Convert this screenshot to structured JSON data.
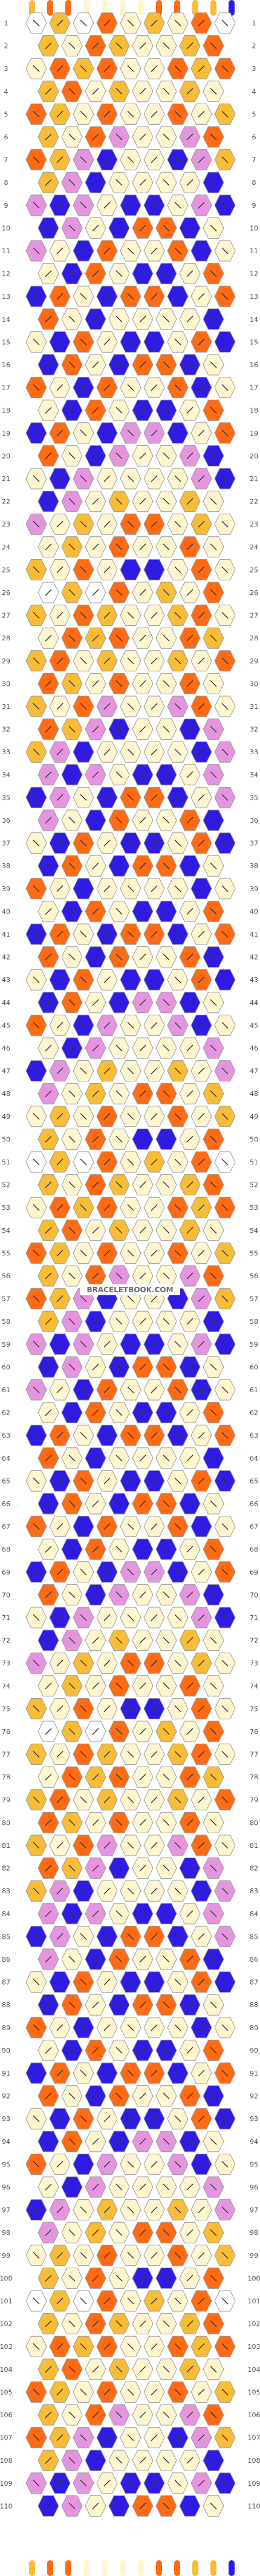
{
  "watermark": "BRACELETBOOK.COM",
  "row_count": 110,
  "colors": {
    "white": "#ffffff",
    "cream": "#fff6cf",
    "yellow": "#f8bc36",
    "orange": "#ff6a12",
    "pink": "#e595df",
    "blue": "#2f1be5"
  },
  "pattern_rows": {
    "comment_ignore": "",
    "rows": [
      "WYWOCYCOWY",
      "YCOYCCYOCY",
      "COYOCCOYOC",
      "YOCYCCYCOY",
      "OYCOCCOCYO",
      "YCOPCCPOCY",
      "OYPBCCBPYO",
      "YPBCCCCBPY",
      "PBPCBBCPBP",
      "BPCBOOBCPB",
      "PCBOCCOBCP",
      "CBOCBBCOBC",
      "BOCBOOBCOB",
      "OCBCCCCBCO",
      "CBOCBBCOBC",
      "BOCBOOBCOB",
      "OCBOCCOBCO",
      "CBOCBBCOBC",
      "BOCBPPBCOB",
      "OCBPCCPBCO",
      "CBPCCCCPBC",
      "BPCYCCYCPB",
      "PCYCOOCYCP",
      "CYCOCCOCYC",
      "YCOCBBCOCY"
    ]
  }
}
